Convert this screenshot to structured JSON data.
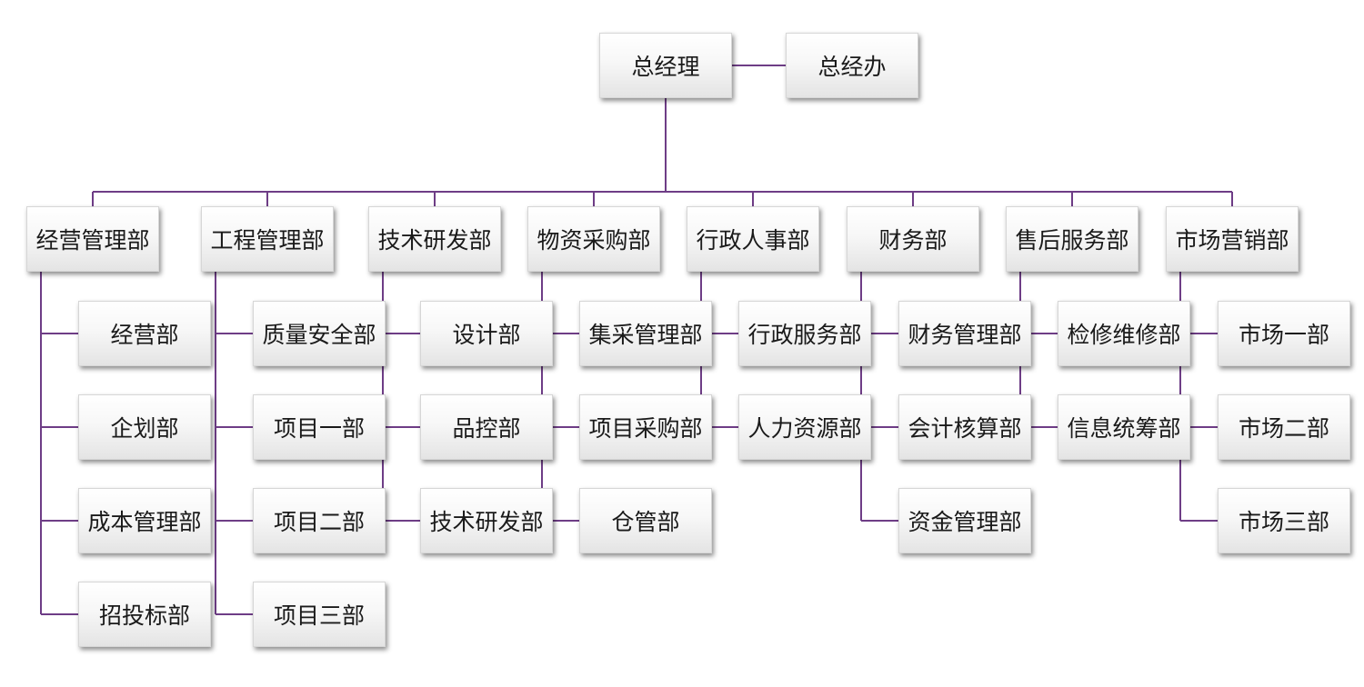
{
  "colors": {
    "connector": "#6e3d86",
    "box_top": "#ffffff",
    "box_bottom": "#e4e4e4",
    "text": "#1a1a1a"
  },
  "root": {
    "label": "总经理",
    "assistant": "总经办"
  },
  "departments": [
    {
      "label": "经营管理部",
      "children": [
        "经营部",
        "企划部",
        "成本管理部",
        "招投标部"
      ]
    },
    {
      "label": "工程管理部",
      "children": [
        "质量安全部",
        "项目一部",
        "项目二部",
        "项目三部"
      ]
    },
    {
      "label": "技术研发部",
      "children": [
        "设计部",
        "品控部",
        "技术研发部"
      ]
    },
    {
      "label": "物资采购部",
      "children": [
        "集采管理部",
        "项目采购部",
        "仓管部"
      ]
    },
    {
      "label": "行政人事部",
      "children": [
        "行政服务部",
        "人力资源部"
      ]
    },
    {
      "label": "财务部",
      "children": [
        "财务管理部",
        "会计核算部",
        "资金管理部"
      ]
    },
    {
      "label": "售后服务部",
      "children": [
        "检修维修部",
        "信息统筹部"
      ]
    },
    {
      "label": "市场营销部",
      "children": [
        "市场一部",
        "市场二部",
        "市场三部"
      ]
    }
  ]
}
